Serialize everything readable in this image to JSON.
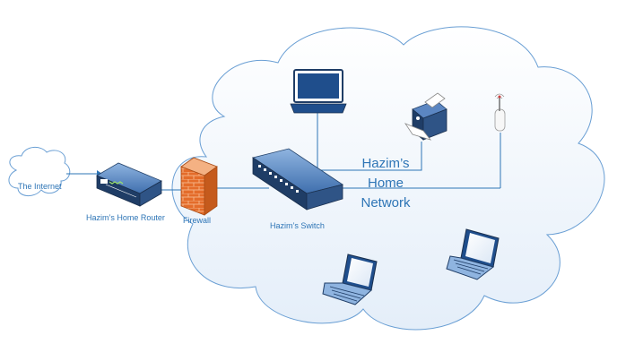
{
  "labels": {
    "internet": "The Internet",
    "router": "Hazim’s Home Router",
    "firewall": "Firewall",
    "switch": "Hazim’s Switch",
    "network_line1": "Hazim’s",
    "network_line2": "Home",
    "network_line3": "Network"
  },
  "colors": {
    "accent": "#2e75b6",
    "cloud_fill": "#eaf2fb",
    "cloud_stroke": "#6a9fd4",
    "brick": "#e46c2a"
  }
}
